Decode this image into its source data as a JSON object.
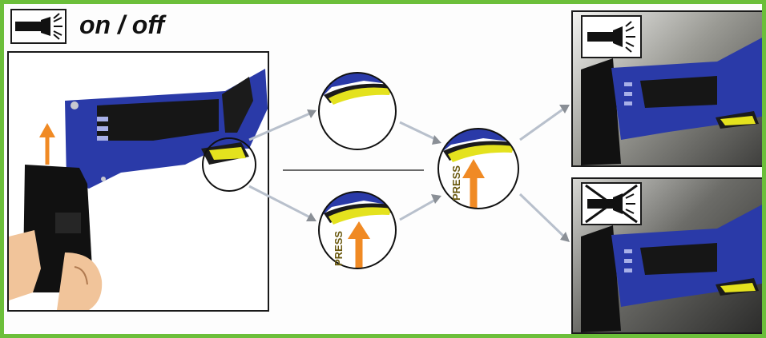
{
  "title": {
    "text": "on / off",
    "icon": "flashlight-icon"
  },
  "steps": {
    "press_label_1": "PRESS",
    "press_label_2": "PRESS"
  },
  "results": {
    "on_icon": "flashlight-on-icon",
    "off_icon": "flashlight-off-icon"
  },
  "colors": {
    "border_green": "#6cbf3a",
    "tool_blue": "#2a3aa8",
    "trigger_yellow": "#e4e21e",
    "arrow_orange": "#f08a24"
  }
}
